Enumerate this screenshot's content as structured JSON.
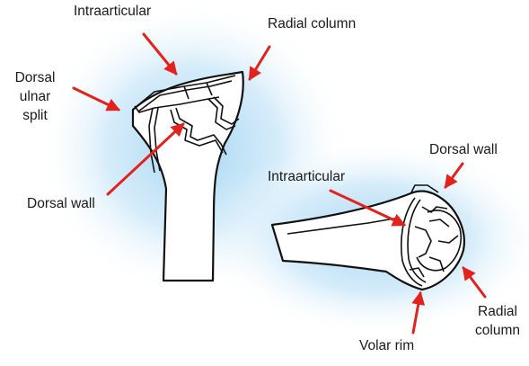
{
  "labels": {
    "left_intraarticular": "Intraarticular",
    "left_radial_column": "Radial column",
    "left_dorsal_ulnar_split": [
      "Dorsal",
      "ulnar",
      "split"
    ],
    "left_dorsal_wall": "Dorsal wall",
    "right_dorsal_wall": "Dorsal wall",
    "right_intraarticular": "Intraarticular",
    "right_radial_column": [
      "Radial",
      "column"
    ],
    "right_volar_rim": "Volar rim"
  },
  "colors": {
    "arrow": "#e3231b",
    "outline": "#111111",
    "glow": "#9fd3f2",
    "text": "#1a1a1a"
  }
}
